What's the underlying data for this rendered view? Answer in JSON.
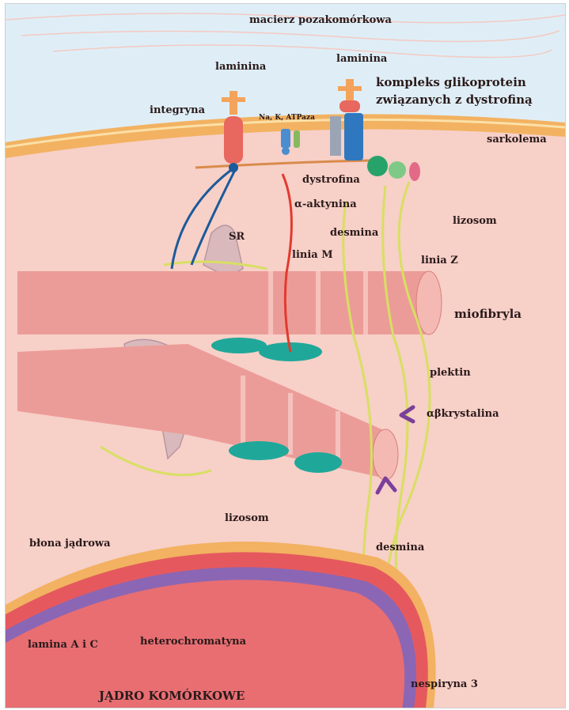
{
  "labels": {
    "extracellular_matrix": "macierz pozakomórkowa",
    "laminin_left": "laminina",
    "laminin_right": "laminina",
    "dgc_line1": "kompleks glikoprotein",
    "dgc_line2": "związanych z dystrofiną",
    "integrin": "integryna",
    "atpase": "Na, K, ATPaza",
    "sarcolemma": "sarkolema",
    "dystrophin": "dystrofina",
    "alpha_actinin": "α-aktynina",
    "lysosome_top": "lizosom",
    "desmin_top": "desmina",
    "sr": "SR",
    "m_line": "linia M",
    "z_line": "linia Z",
    "myofibril": "miofibryla",
    "plectin": "plektin",
    "ab_crystallin": "αβkrystalina",
    "lysosome_bottom": "lizosom",
    "nuclear_membrane": "błona jądrowa",
    "desmin_bottom": "desmina",
    "lamin": "lamina A i C",
    "heterochromatin": "heterochromatyna",
    "nucleus": "JĄDRO KOMÓRKOWE",
    "nesprin": "nespiryna 3"
  },
  "colors": {
    "extracellular": "#dfeef6",
    "cytoplasm": "#f7d0c8",
    "sarcolemma": "#f2b261",
    "myofibril": "#ec9c98",
    "sr": "#d9b9bc",
    "desmin": "#d8df62",
    "dystrophin": "#d98b4c",
    "alpha_actinin_line": "#e23a2e",
    "integrin": "#e8675e",
    "laminin": "#f4a35c",
    "dgc_blue": "#2f78bf",
    "cyan_blobs": "#1fa89a",
    "nucleus": "#e86e72",
    "heterochromatin": "#8b66b4",
    "crystallin": "#7c3f9b"
  }
}
